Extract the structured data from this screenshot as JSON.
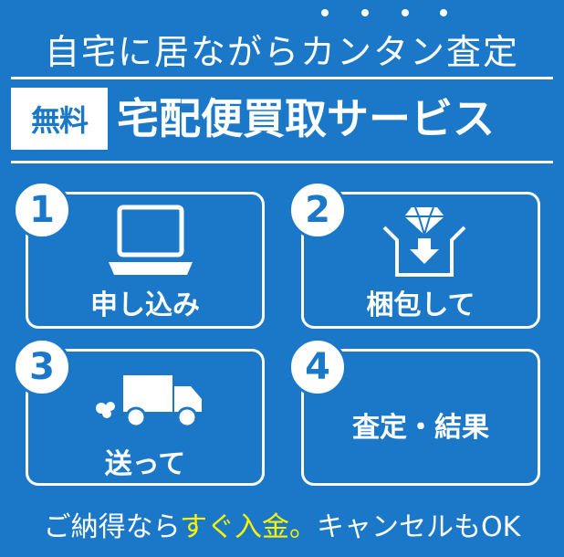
{
  "headline": "自宅に居ながらカンタン査定",
  "badge": "無料",
  "service_title": "宅配便買取サービス",
  "steps": [
    {
      "number": "1",
      "label": "申し込み",
      "icon": "laptop-icon"
    },
    {
      "number": "2",
      "label": "梱包して",
      "icon": "diamond-box-icon"
    },
    {
      "number": "3",
      "label": "送って",
      "icon": "delivery-truck-icon"
    },
    {
      "number": "4",
      "label": "査定・結果",
      "icon": ""
    }
  ],
  "footer": {
    "before": "ご納得なら",
    "accent": "すぐ入金。",
    "after": "キャンセルもOK"
  },
  "colors": {
    "background": "#1b78c8",
    "foreground": "#ffffff",
    "accent": "#fff200"
  }
}
